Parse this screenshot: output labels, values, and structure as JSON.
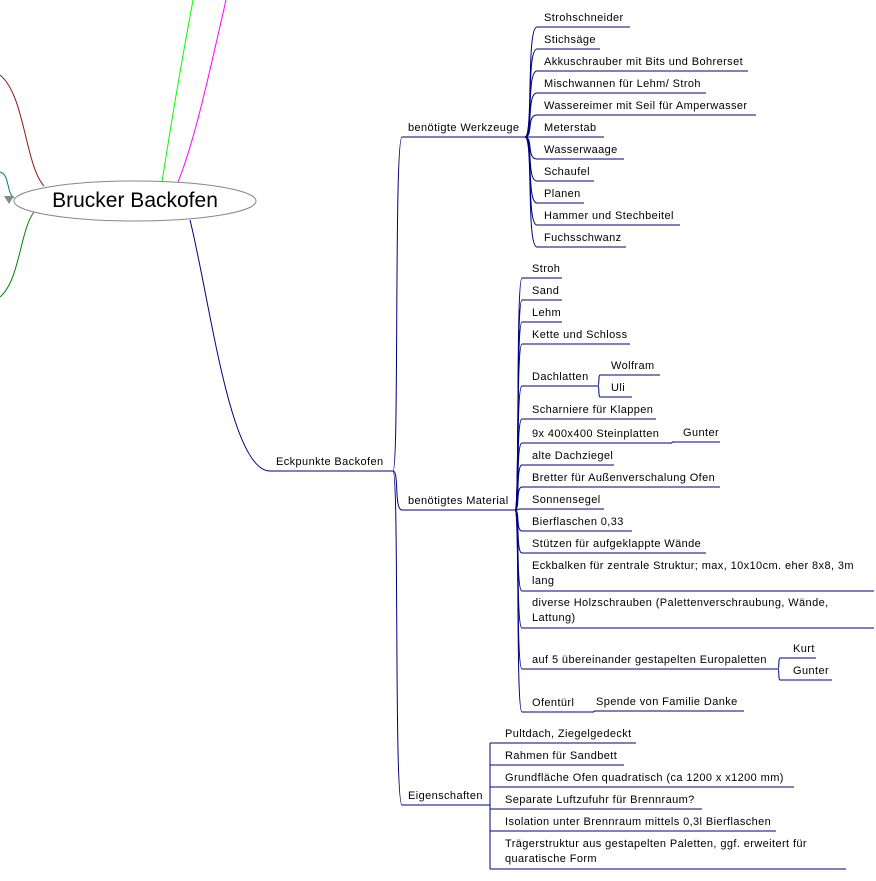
{
  "root": {
    "title": "Brucker Backofen"
  },
  "main": {
    "label": "Eckpunkte Backofen"
  },
  "werkzeuge": {
    "label": "benötigte Werkzeuge",
    "items": [
      "Strohschneider",
      "Stichsäge",
      "Akkuschrauber mit Bits und Bohrerset",
      "Mischwannen für Lehm/ Stroh",
      "Wassereimer mit Seil für Amperwasser",
      "Meterstab",
      "Wasserwaage",
      "Schaufel",
      "Planen",
      "Hammer und Stechbeitel",
      "Fuchsschwanz"
    ]
  },
  "material": {
    "label": "benötigtes Material",
    "items": [
      "Stroh",
      "Sand",
      "Lehm",
      "Kette und Schloss",
      "Dachlatten",
      "Scharniere für Klappen",
      "9x 400x400 Steinplatten",
      "alte Dachziegel",
      "Bretter für Außenverschalung Ofen",
      "Sonnensegel",
      "Bierflaschen 0,33",
      "Stützen für aufgeklappte Wände",
      "Eckbalken für zentrale Struktur; max, 10x10cm. eher 8x8, 3m lang",
      "diverse Holzschrauben (Palettenverschraubung, Wände, Lattung)",
      "auf 5 übereinander gestapelten Europaletten",
      "Ofentürl"
    ],
    "dachlatten_children": [
      "Wolfram",
      "Uli"
    ],
    "steinplatten_children": [
      "Gunter"
    ],
    "europaletten_children": [
      "Kurt",
      "Gunter"
    ],
    "ofentuerl_children": [
      "Spende von Familie Danke"
    ]
  },
  "eigenschaften": {
    "label": "Eigenschaften",
    "items": [
      "Pultdach, Ziegelgedeckt",
      "Rahmen für Sandbett",
      "Grundfläche Ofen quadratisch (ca 1200 x x1200 mm)",
      "Separate Luftzufuhr für Brennraum?",
      "Isolation unter Brennraum mittels 0,3l Bierflaschen",
      "Trägerstruktur aus gestapelten Paletten, ggf. erweitert für quaratische Form"
    ]
  },
  "colors": {
    "branch": "#000080",
    "brown": "#8b1a1a",
    "green": "#00ff00",
    "magenta": "#ff00ff",
    "teal": "#008080",
    "darkgreen": "#008000"
  }
}
